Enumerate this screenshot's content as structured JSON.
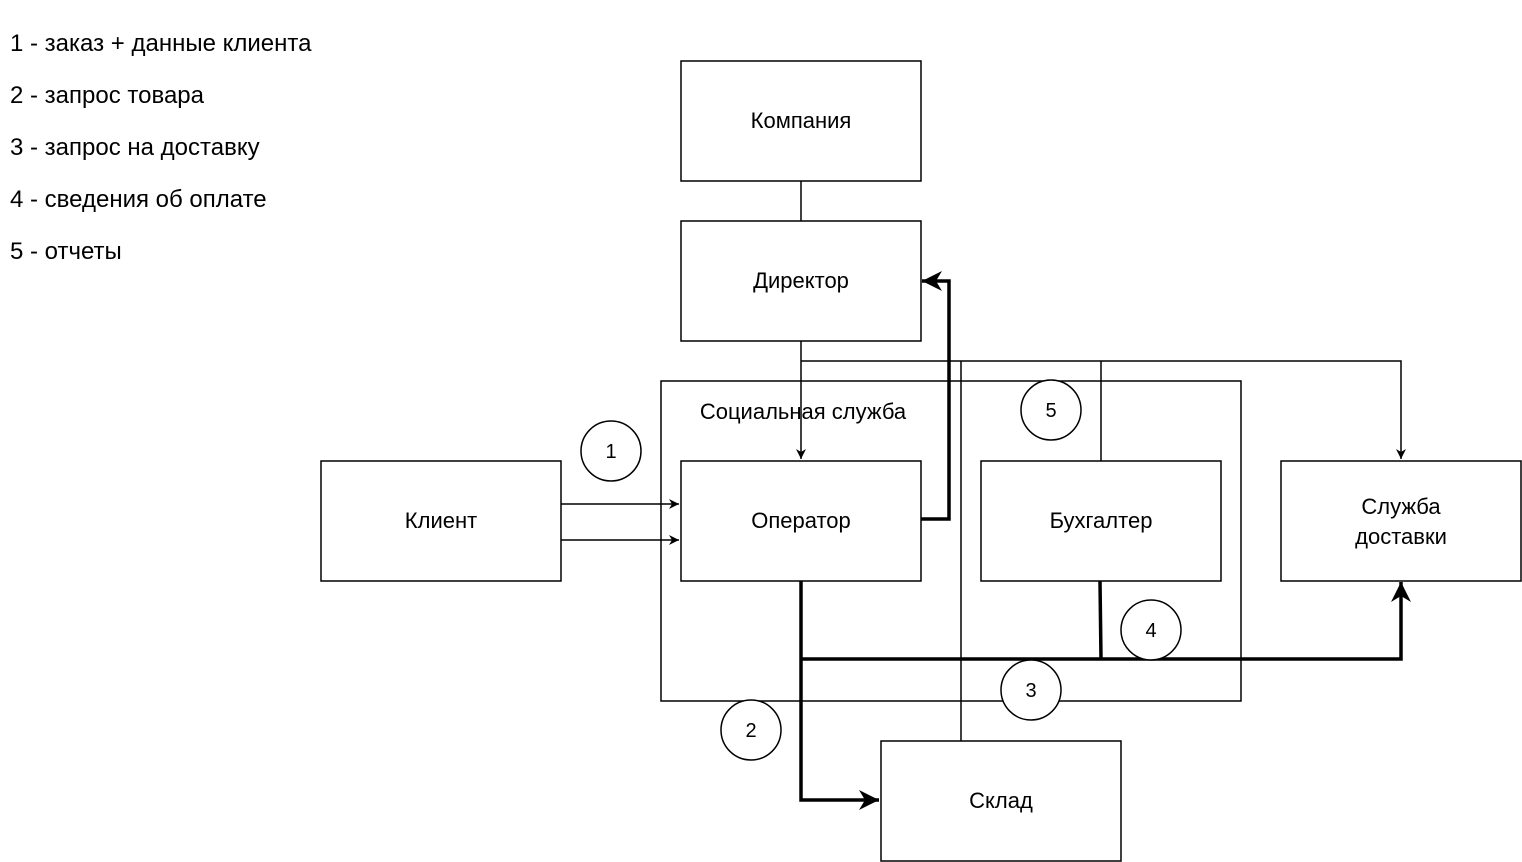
{
  "legend": [
    "1 - заказ + данные клиента",
    "2 - запрос товара",
    "3 - запрос на доставку",
    "4 - сведения об оплате",
    "5 - отчеты"
  ],
  "nodes": {
    "company": "Компания",
    "director": "Директор",
    "social_service": "Социальная служба",
    "client": "Клиент",
    "operator": "Оператор",
    "accountant": "Бухгалтер",
    "delivery_line1": "Служба",
    "delivery_line2": "доставки",
    "warehouse": "Склад"
  },
  "markers": {
    "m1": "1",
    "m2": "2",
    "m3": "3",
    "m4": "4",
    "m5": "5"
  }
}
